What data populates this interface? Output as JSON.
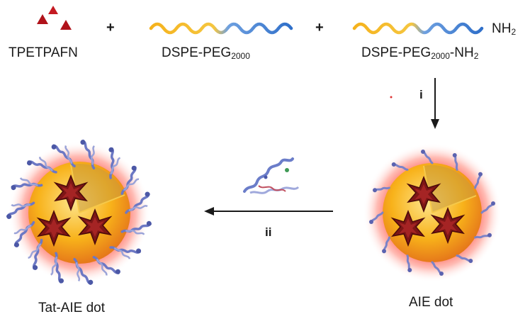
{
  "reagents": {
    "tpetpafn": "TPETPAFN",
    "peg_prefix": "DSPE-PEG",
    "peg_sub": "2000",
    "pegnh2_prefix": "DSPE-PEG",
    "pegnh2_sub": "2000",
    "pegnh2_mid": "-NH",
    "pegnh2_sub2": "2",
    "nh2_prefix": "NH",
    "nh2_sub": "2",
    "plus": "+"
  },
  "steps": {
    "i": "i",
    "ii": "ii"
  },
  "products": {
    "aie_dot": "AIE dot",
    "tat_aie_dot": "Tat-AIE dot"
  },
  "colors": {
    "tpe": "#b0121a",
    "lipid": "#f5b21c",
    "peg": "#3e7fd6",
    "core_glow": "#ff3b2f",
    "core": "#f8b21a",
    "star": "#7d1616",
    "ligand": "#7b83c8"
  }
}
